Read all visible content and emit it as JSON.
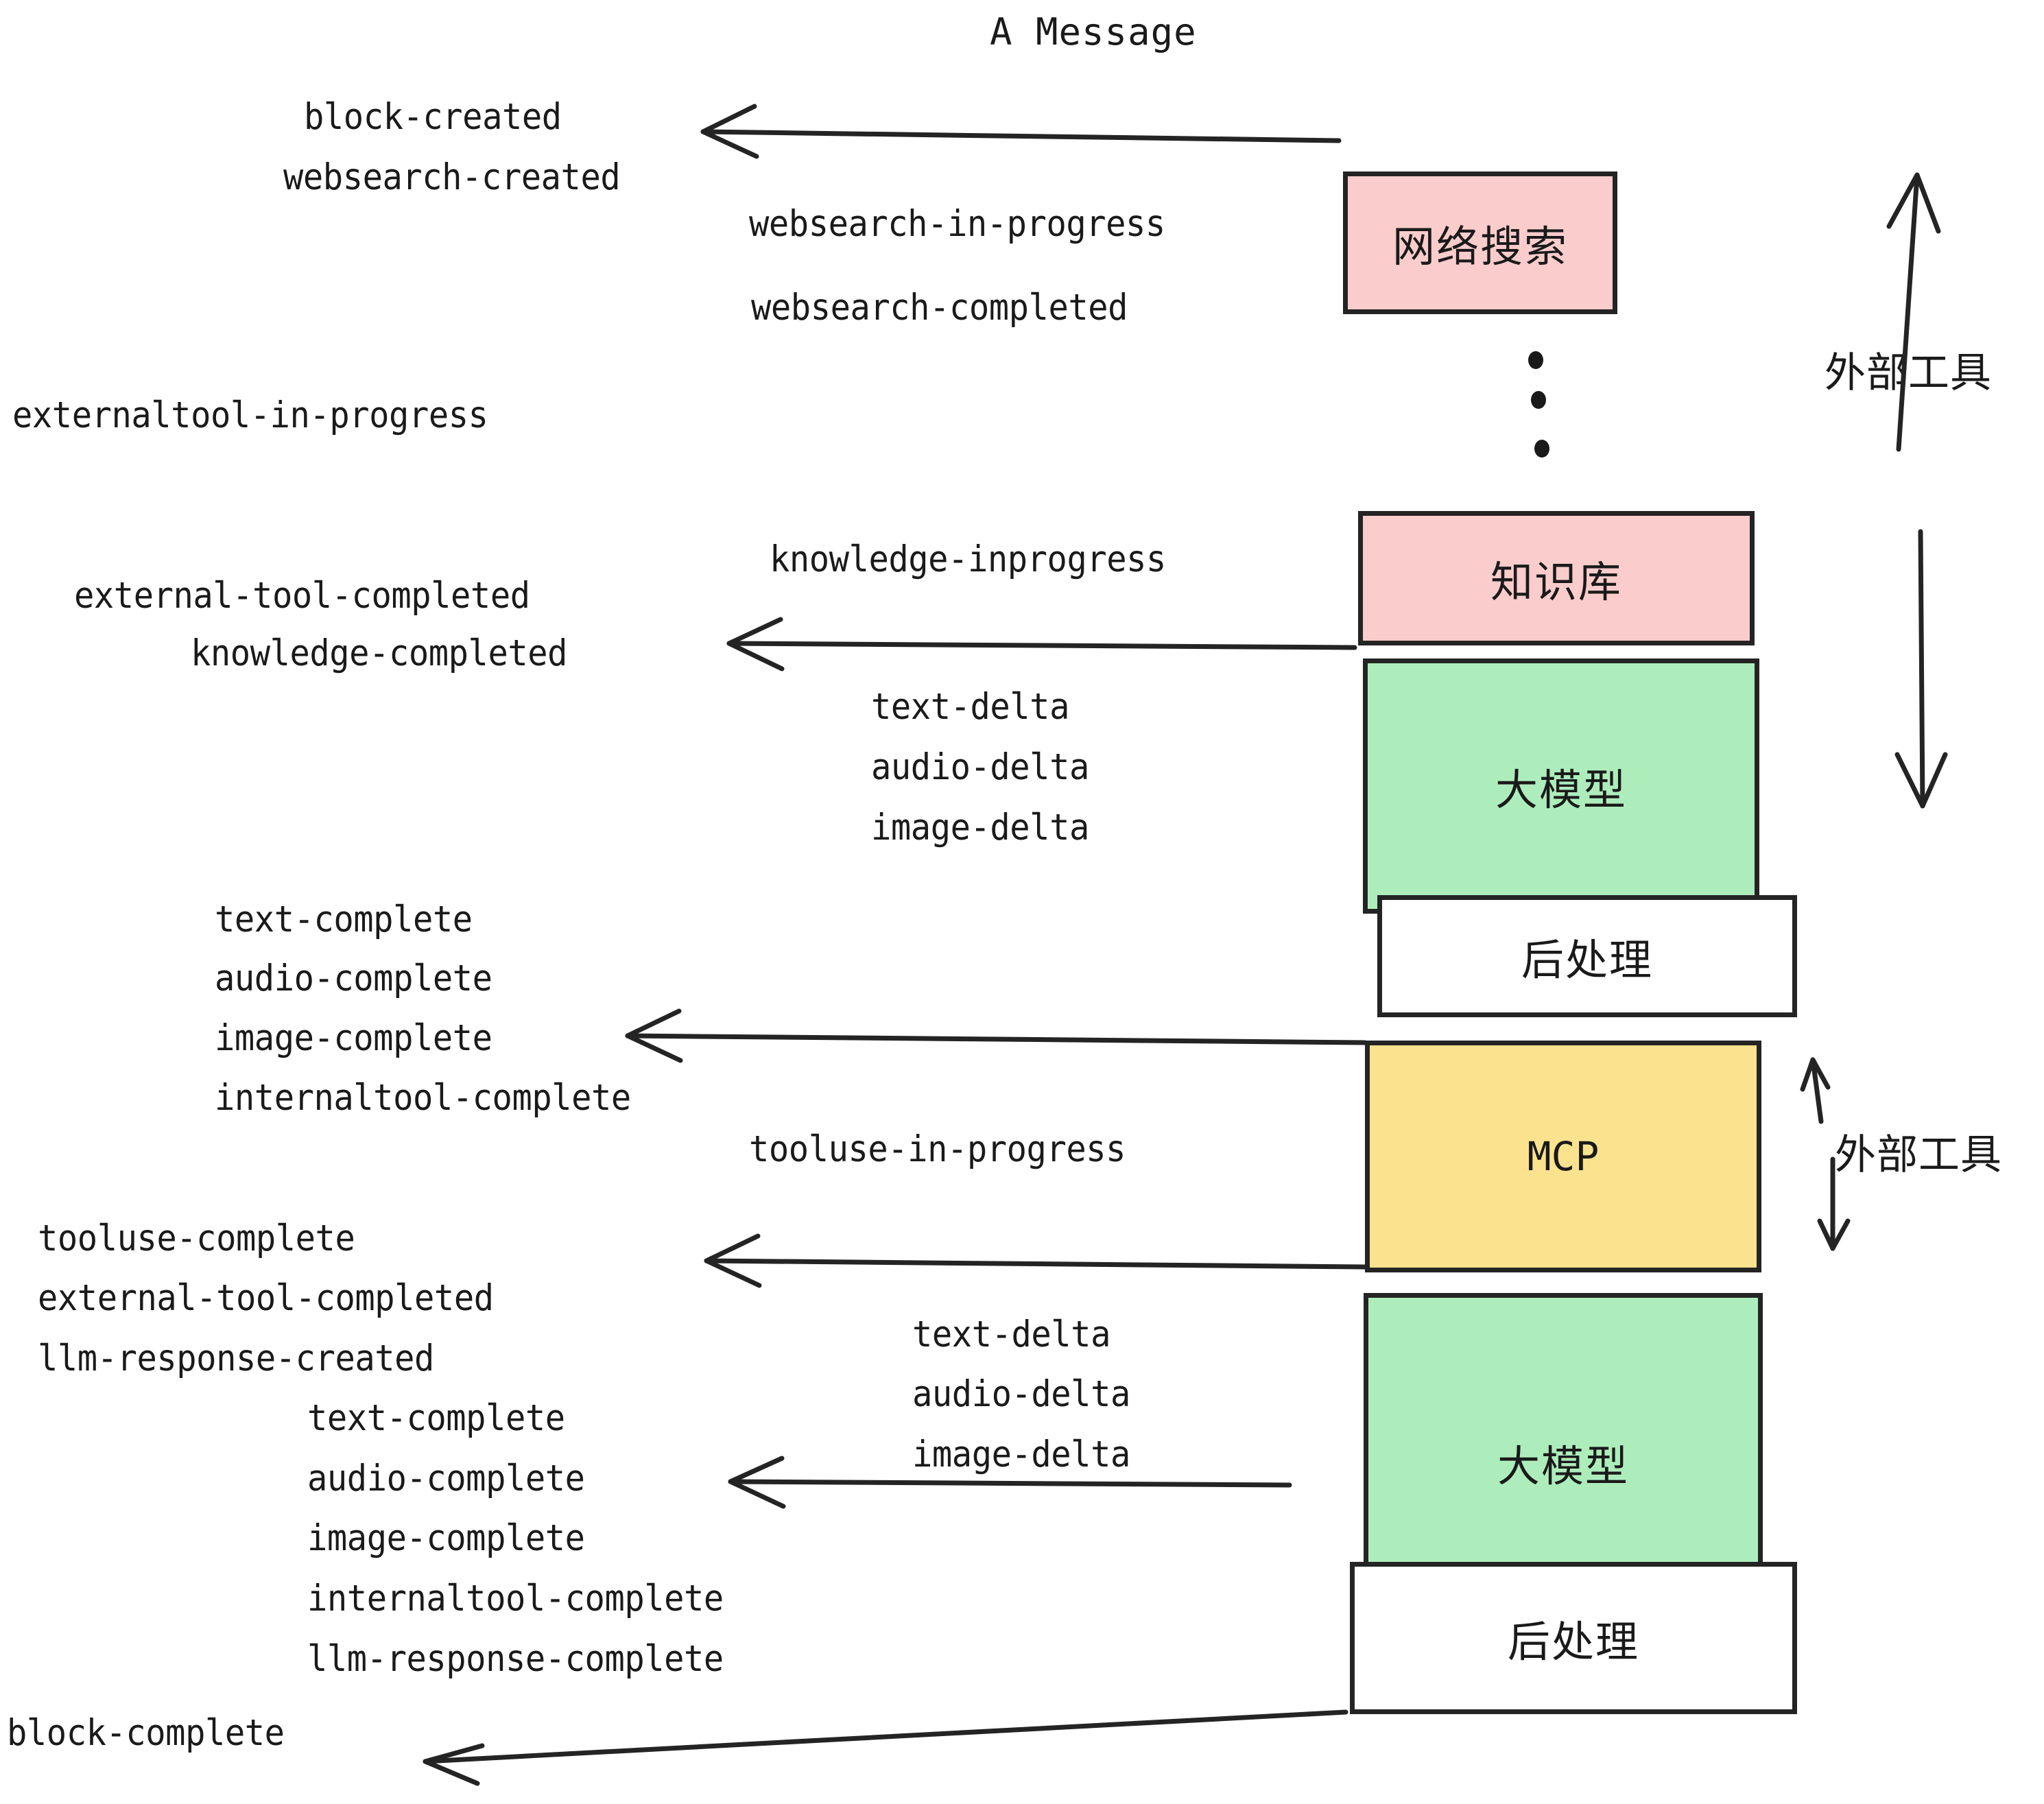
{
  "title": "A Message",
  "colors": {
    "pink": "#FACCCC",
    "green": "#ADEDBC",
    "yellow": "#FBE28E",
    "white": "#FFFFFF",
    "stroke": "#242424",
    "text": "#1A1A1A"
  },
  "boxes": [
    {
      "id": "websearch",
      "label": "网络搜索",
      "fill": "pink"
    },
    {
      "id": "knowledge",
      "label": "知识库",
      "fill": "pink"
    },
    {
      "id": "llm-top",
      "label": "大模型",
      "fill": "green"
    },
    {
      "id": "postprocess-top",
      "label": "后处理",
      "fill": "white"
    },
    {
      "id": "mcp",
      "label": "MCP",
      "fill": "yellow"
    },
    {
      "id": "llm-bottom",
      "label": "大模型",
      "fill": "green"
    },
    {
      "id": "postprocess-bottom",
      "label": "后处理",
      "fill": "white"
    }
  ],
  "side_labels": [
    {
      "id": "external-tool-top",
      "label": "外部工具"
    },
    {
      "id": "external-tool-bottom",
      "label": "外部工具"
    }
  ],
  "events": [
    {
      "id": "e01",
      "text": "block-created"
    },
    {
      "id": "e02",
      "text": "websearch-created"
    },
    {
      "id": "e03",
      "text": "websearch-in-progress"
    },
    {
      "id": "e04",
      "text": "websearch-completed"
    },
    {
      "id": "e05",
      "text": "externaltool-in-progress"
    },
    {
      "id": "e06",
      "text": "knowledge-inprogress"
    },
    {
      "id": "e07",
      "text": "external-tool-completed"
    },
    {
      "id": "e08",
      "text": "knowledge-completed"
    },
    {
      "id": "e09",
      "text": "text-delta"
    },
    {
      "id": "e10",
      "text": "audio-delta"
    },
    {
      "id": "e11",
      "text": "image-delta"
    },
    {
      "id": "e12",
      "text": "text-complete"
    },
    {
      "id": "e13",
      "text": "audio-complete"
    },
    {
      "id": "e14",
      "text": "image-complete"
    },
    {
      "id": "e15",
      "text": "internaltool-complete"
    },
    {
      "id": "e16",
      "text": "tooluse-in-progress"
    },
    {
      "id": "e17",
      "text": "tooluse-complete"
    },
    {
      "id": "e18",
      "text": "external-tool-completed"
    },
    {
      "id": "e19",
      "text": "llm-response-created"
    },
    {
      "id": "e20",
      "text": "text-complete"
    },
    {
      "id": "e21",
      "text": "audio-complete"
    },
    {
      "id": "e22",
      "text": "image-complete"
    },
    {
      "id": "e23",
      "text": "internaltool-complete"
    },
    {
      "id": "e24",
      "text": "llm-response-complete"
    },
    {
      "id": "e25",
      "text": "block-complete"
    },
    {
      "id": "e26",
      "text": "text-delta"
    },
    {
      "id": "e27",
      "text": "audio-delta"
    },
    {
      "id": "e28",
      "text": "image-delta"
    }
  ]
}
